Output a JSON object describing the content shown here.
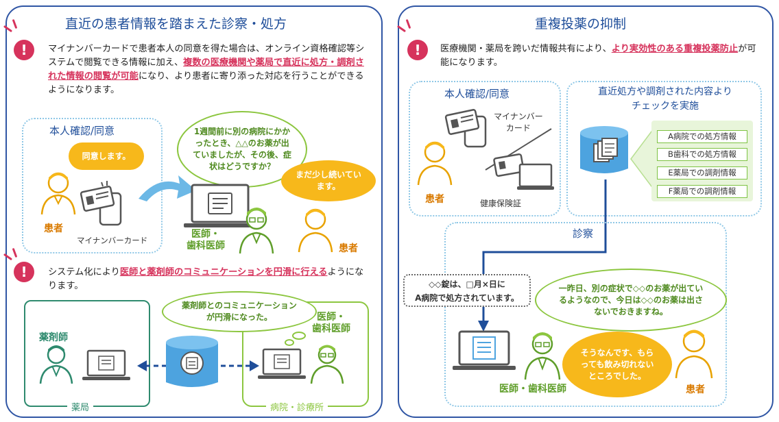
{
  "left": {
    "title": "直近の患者情報を踏まえた診察・処方",
    "para1": {
      "pre": "マイナンバーカードで患者本人の同意を得た場合は、オンライン資格確認等システムで閲覧できる情報に加え、",
      "highlight": "複数の医療機関や薬局で直近に処方・調剤された情報の閲覧が可能",
      "post": "になり、より患者に寄り添った対応を行うことができるようになります。"
    },
    "consent_box": {
      "label": "本人確認/同意",
      "bubble": "同意します。",
      "patient": "患者",
      "card": "マイナンバーカード"
    },
    "doctor_bubble": "1週間前に別の病院にかかったとき、△△のお薬が出ていましたが、その後、症状はどうですか？",
    "patient_bubble": "まだ少し続いています。",
    "doctor_name": "医師・\n歯科医師",
    "patient_name": "患者",
    "para2": {
      "pre": "システム化により",
      "highlight": "医師と薬剤師のコミュニケーションを円滑に行える",
      "post": "ようになります。"
    },
    "pharmacy": {
      "role": "薬剤師",
      "label": "薬局"
    },
    "hospital": {
      "bubble": "薬剤師とのコミュニケーションが円滑になった。",
      "role": "医師・\n歯科医師",
      "label": "病院・診療所"
    }
  },
  "right": {
    "title": "重複投薬の抑制",
    "para": {
      "pre": "医療機関・薬局を跨いだ情報共有により、",
      "highlight": "より実効性のある重複投薬防止",
      "post": "が可能になります。"
    },
    "consent_box": {
      "label": "本人確認/同意",
      "card": "マイナンバー\nカード",
      "patient": "患者",
      "insurance": "健康保険証"
    },
    "check_box": {
      "label": "直近処方や調剤された内容より\nチェックを実施",
      "items": [
        "A病院での処方情報",
        "B歯科での処方情報",
        "E薬局での調剤情報",
        "F薬局での調剤情報"
      ]
    },
    "exam_label": "診察",
    "screen_note": "◇◇錠は、□月×日に\nA病院で処方されています。",
    "doctor_bubble": "一昨日、別の症状で◇◇のお薬が出ているようなので、今日は◇◇のお薬は出さないでおきますね。",
    "patient_bubble": "そうなんです、もらっても飲み切れないところでした。",
    "doctor_name": "医師・歯科医師",
    "patient_name": "患者"
  },
  "colors": {
    "accent_blue": "#2f55a4",
    "alert_pink": "#d6335c",
    "green": "#8cc63f",
    "dark_green": "#2e8a6e",
    "orange": "#f7b81b"
  }
}
